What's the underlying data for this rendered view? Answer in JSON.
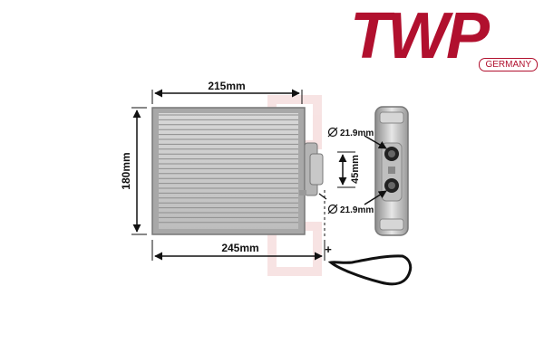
{
  "brand": {
    "name": "TWP",
    "subtitle": "GERMANY",
    "color": "#b1102e"
  },
  "dimensions": {
    "top_width": "215mm",
    "height": "180mm",
    "total_width": "245mm",
    "pipe_spacing": "45mm",
    "pipe_diameter_top": "21.9mm",
    "pipe_diameter_bottom": "21.9mm"
  },
  "marks": {
    "plus": "+"
  },
  "colors": {
    "frame": "#9a9a9a",
    "fin": "#c9c9c9",
    "ink": "#111111",
    "watermark": "#f4d8d8"
  }
}
